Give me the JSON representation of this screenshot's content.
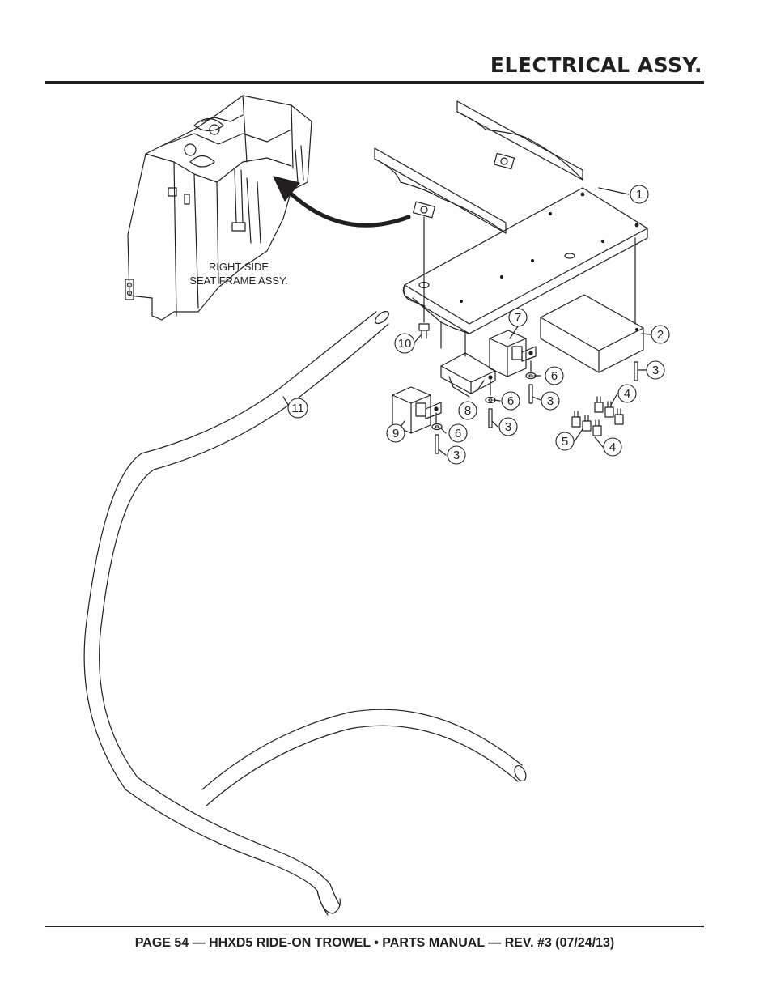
{
  "header": {
    "title": "ELECTRICAL ASSY."
  },
  "frame_label": {
    "line1": "RIGHT SIDE",
    "line2": "SEAT FRAME ASSY."
  },
  "callouts": [
    {
      "n": "1"
    },
    {
      "n": "2"
    },
    {
      "n": "3"
    },
    {
      "n": "3"
    },
    {
      "n": "3"
    },
    {
      "n": "3"
    },
    {
      "n": "4"
    },
    {
      "n": "4"
    },
    {
      "n": "5"
    },
    {
      "n": "6"
    },
    {
      "n": "6"
    },
    {
      "n": "6"
    },
    {
      "n": "7"
    },
    {
      "n": "8"
    },
    {
      "n": "9"
    },
    {
      "n": "10"
    },
    {
      "n": "11"
    }
  ],
  "footer": {
    "text": "PAGE 54 — HHXD5 RIDE-ON TROWEL • PARTS MANUAL — REV. #3 (07/24/13)"
  }
}
